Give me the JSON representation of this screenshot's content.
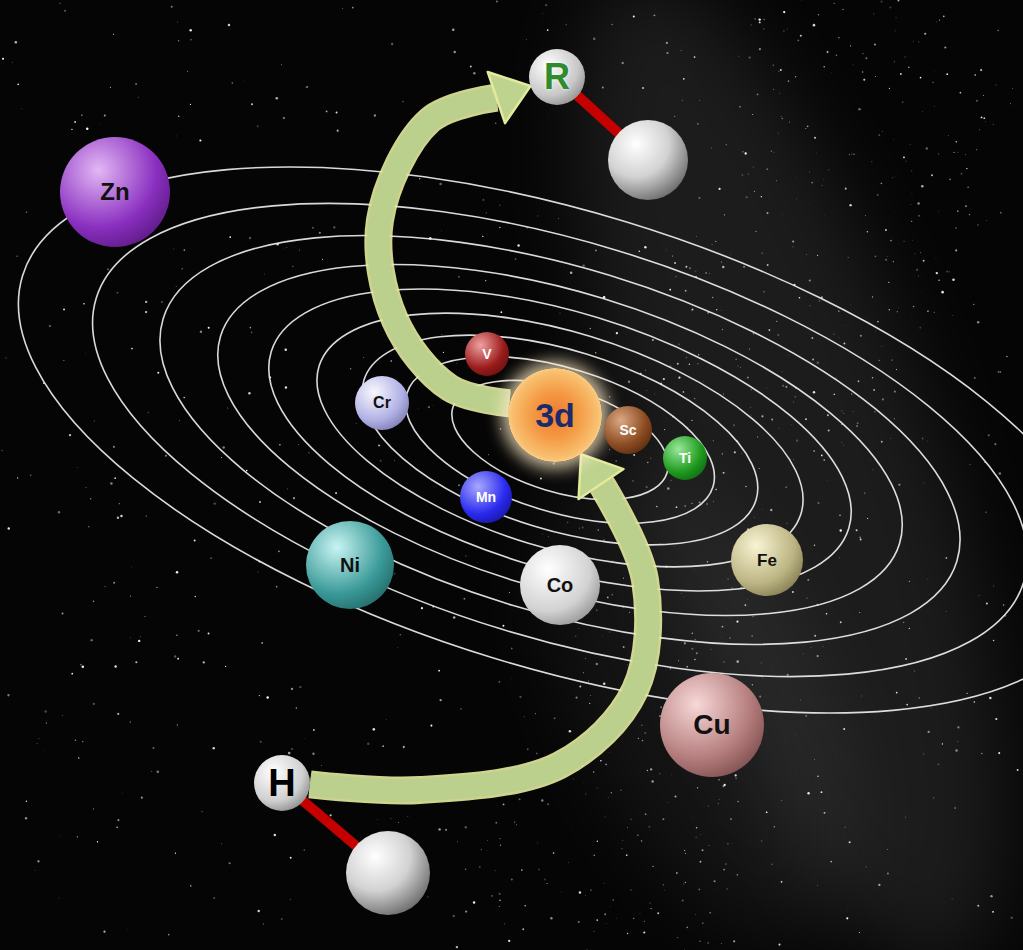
{
  "diagram": {
    "nodes": [
      {
        "text": [
          "R"
        ]
      },
      {
        "text": [
          "Zn"
        ]
      },
      {
        "text": [
          "V"
        ]
      },
      {
        "text": [
          "Cr"
        ]
      },
      {
        "text": [
          "3d"
        ]
      },
      {
        "text": [
          "Sc"
        ]
      },
      {
        "text": [
          "Ti"
        ]
      },
      {
        "text": [
          "Mn"
        ]
      },
      {
        "text": [
          "Ni"
        ]
      },
      {
        "text": [
          "Co"
        ]
      },
      {
        "text": [
          "Fe"
        ]
      },
      {
        "text": [
          "Cu"
        ]
      },
      {
        "text": [
          "H"
        ]
      }
    ],
    "edges": [
      {
        "from": 12,
        "to": 4,
        "arrow": "to"
      },
      {
        "from": 4,
        "to": 0,
        "arrow": "to"
      }
    ]
  }
}
